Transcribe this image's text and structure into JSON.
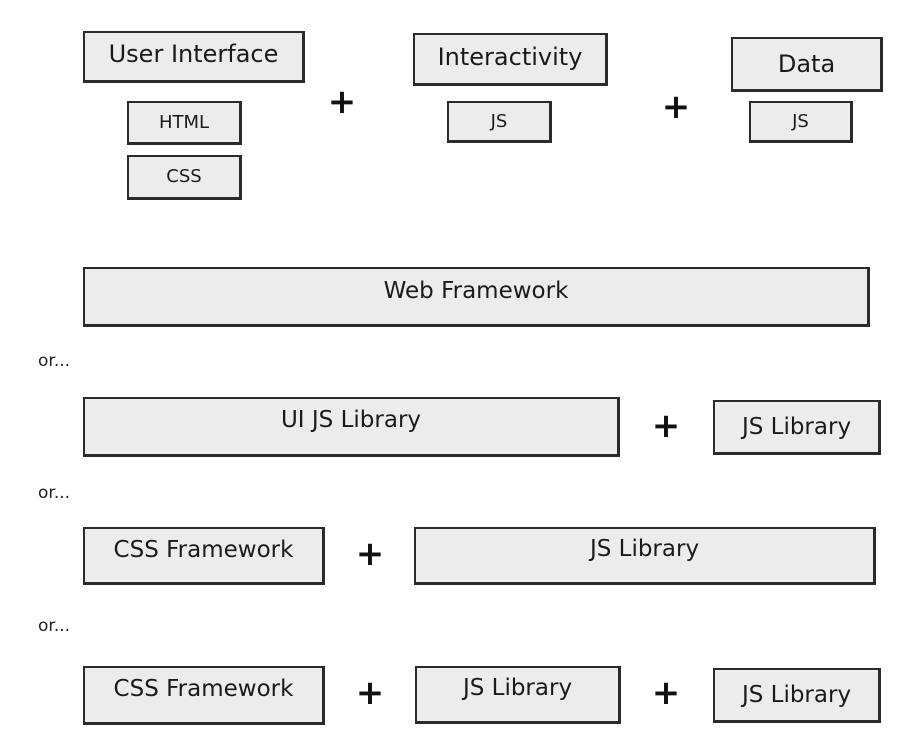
{
  "diagram": {
    "row1": {
      "user_interface": "User Interface",
      "html": "HTML",
      "css": "CSS",
      "interactivity": "Interactivity",
      "interactivity_js": "JS",
      "data": "Data",
      "data_js": "JS",
      "plus": "+"
    },
    "option1": {
      "web_framework": "Web Framework"
    },
    "separator": "or...",
    "option2": {
      "ui_js_library": "UI JS Library",
      "js_library": "JS Library",
      "plus": "+"
    },
    "option3": {
      "css_framework": "CSS Framework",
      "js_library": "JS Library",
      "plus": "+"
    },
    "option4": {
      "css_framework": "CSS Framework",
      "js_library_a": "JS Library",
      "js_library_b": "JS Library",
      "plus": "+"
    }
  }
}
